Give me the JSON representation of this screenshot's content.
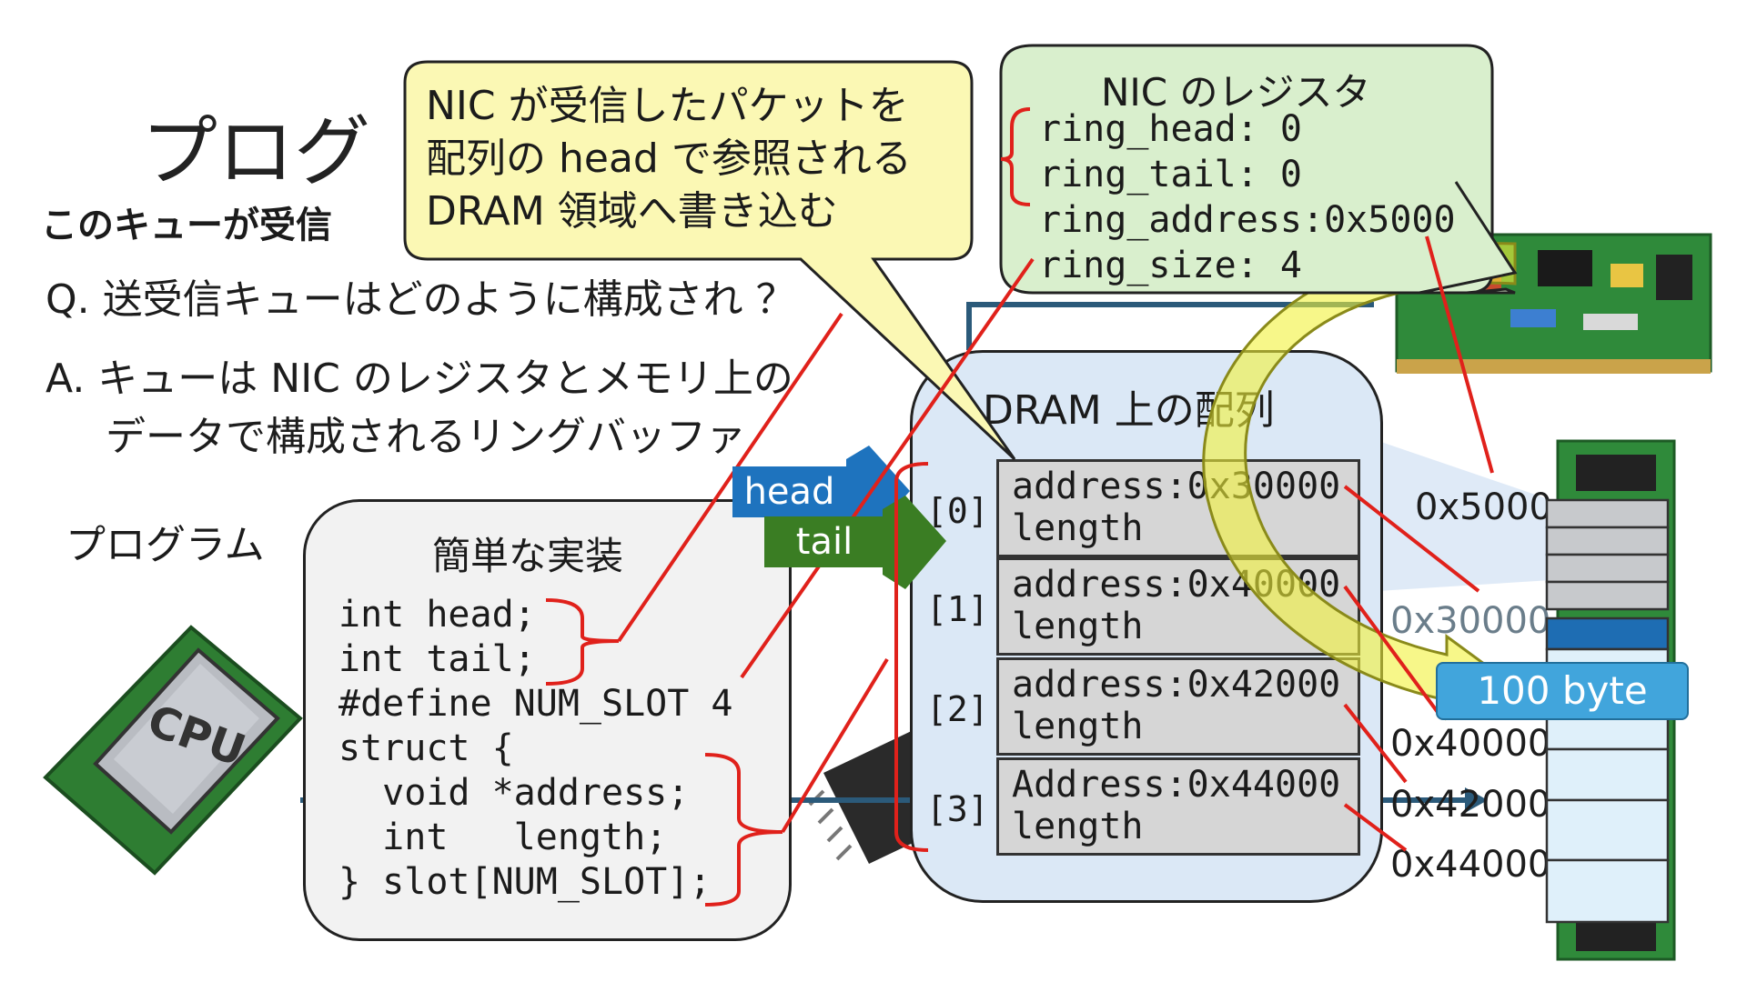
{
  "title": "プログ",
  "subtitle": "このキューが受信",
  "question": "Q. 送受信キューはどのように構成され    ？",
  "answer": {
    "line1": "A. キューは NIC のレジスタとメモリ上の",
    "line2": "データで構成されるリングバッファ"
  },
  "program_label": "プログラム",
  "code": {
    "title": "簡単な実装",
    "lines": [
      "int head;",
      "int tail;",
      "#define NUM_SLOT 4",
      "struct {",
      "  void *address;",
      "  int   length;",
      "} slot[NUM_SLOT];"
    ]
  },
  "nic_callout": {
    "line1": "NIC が受信したパケットを",
    "line2": "配列の head で参照される",
    "line3": "DRAM 領域へ書き込む"
  },
  "registers": {
    "title": "NIC のレジスタ",
    "ring_head": "ring_head: 0",
    "ring_tail": "ring_tail: 0",
    "ring_address": "ring_address:0x5000",
    "ring_size": "ring_size: 4"
  },
  "dram": {
    "title": "DRAM 上の配列",
    "slots": [
      {
        "index": "[0]",
        "address": "address:0x30000",
        "length": "length"
      },
      {
        "index": "[1]",
        "address": "address:0x40000",
        "length": "length"
      },
      {
        "index": "[2]",
        "address": "address:0x42000",
        "length": "length"
      },
      {
        "index": "[3]",
        "address": "Address:0x44000",
        "length": "length"
      }
    ]
  },
  "pointers": {
    "head": "head",
    "tail": "tail"
  },
  "memory_addresses": [
    "0x5000",
    "0x30000",
    "0x40000",
    "0x42000",
    "0x44000"
  ],
  "packet_size": "100 byte",
  "cpu_label": "CPU",
  "colors": {
    "callout_yellow": "#fbf8b4",
    "register_green": "#d9efcd",
    "dram_blue": "#dbe8f6",
    "head_blue": "#1e73be",
    "tail_green": "#3a7d23",
    "red_line": "#e0211b",
    "packet_blue": "#41a5dc"
  },
  "icons": [
    "cpu-chip-icon",
    "nic-card-icon",
    "dram-stick-icon",
    "ic-chip-icon",
    "curved-arrow-icon"
  ]
}
